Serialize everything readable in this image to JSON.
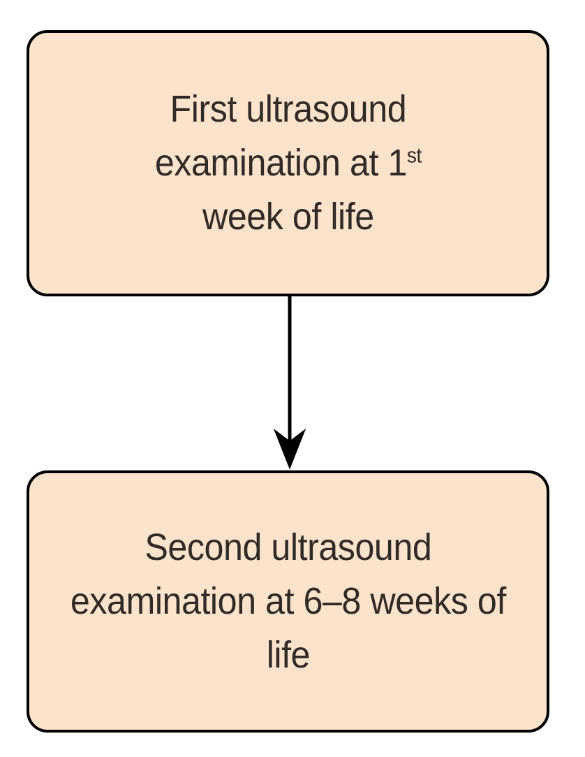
{
  "diagram": {
    "type": "flowchart",
    "orientation": "vertical",
    "background_color": "#ffffff",
    "node_fill_color": "#FBE3CC",
    "node_border_color": "#000000",
    "text_color": "#302b27",
    "connector_color": "#000000",
    "nodes": [
      {
        "id": "first-ultrasound",
        "shape": "rounded-rectangle",
        "lines": [
          "First ultrasound",
          "examination at 1",
          "week of life"
        ],
        "text_before_superscript": "First ultrasound\nexamination at 1",
        "superscript": "st",
        "text_after_superscript": "\nweek of life",
        "full_text": "First ultrasound examination at 1st week of life"
      },
      {
        "id": "second-ultrasound",
        "shape": "rounded-rectangle",
        "lines": [
          "Second ultrasound",
          "examination at 6–8",
          "weeks of life"
        ],
        "full_text": "Second ultrasound examination at 6–8 weeks of life"
      }
    ],
    "edges": [
      {
        "id": "first-to-second",
        "from": "first-ultrasound",
        "to": "second-ultrasound",
        "style": "solid",
        "arrowhead": "filled-concave-triangle",
        "label": ""
      }
    ]
  }
}
